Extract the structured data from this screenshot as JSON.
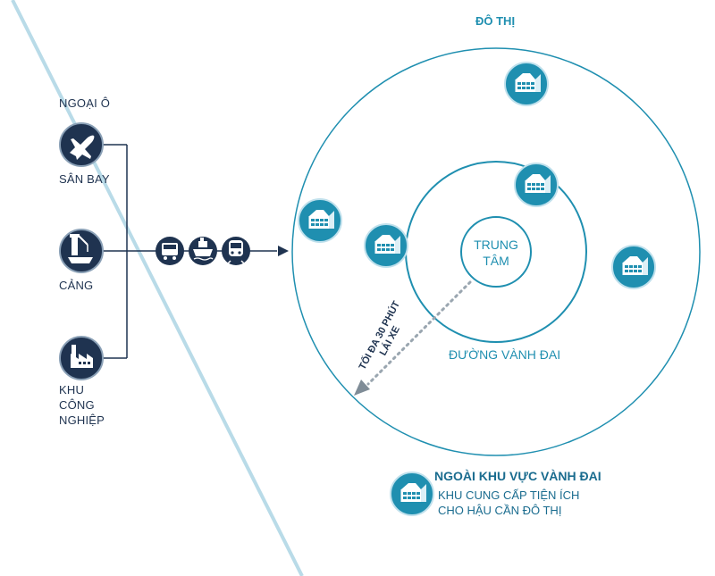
{
  "labels": {
    "urban": "ĐÔ THỊ",
    "suburb": "NGOẠI Ô",
    "airport": "SÂN BAY",
    "port": "CẢNG",
    "industrial_line1": "KHU",
    "industrial_line2": "CÔNG",
    "industrial_line3": "NGHIỆP",
    "center_line1": "TRUNG",
    "center_line2": "TÂM",
    "ring_road": "ĐƯỜNG VÀNH ĐAI",
    "drive_line1": "TỐI ĐA 30 PHÚT",
    "drive_line2": "LÁI XE",
    "outside_title": "NGOÀI KHU VỰC VÀNH ĐAI",
    "outside_desc_line1": "KHU CUNG CẤP TIỆN ÍCH",
    "outside_desc_line2": "CHO HẬU CẦN ĐÔ THỊ"
  },
  "icons": {
    "suburb_nodes": [
      "airplane-icon",
      "port-crane-icon",
      "factory-icon"
    ],
    "transport_modes": [
      "truck-icon",
      "ship-icon",
      "train-icon"
    ],
    "facility": "warehouse-icon"
  },
  "colors": {
    "navy": "#1f3350",
    "teal": "#1f8fb0",
    "diagonal": "#b9dbe8",
    "dotted": "#9aa6b0"
  }
}
